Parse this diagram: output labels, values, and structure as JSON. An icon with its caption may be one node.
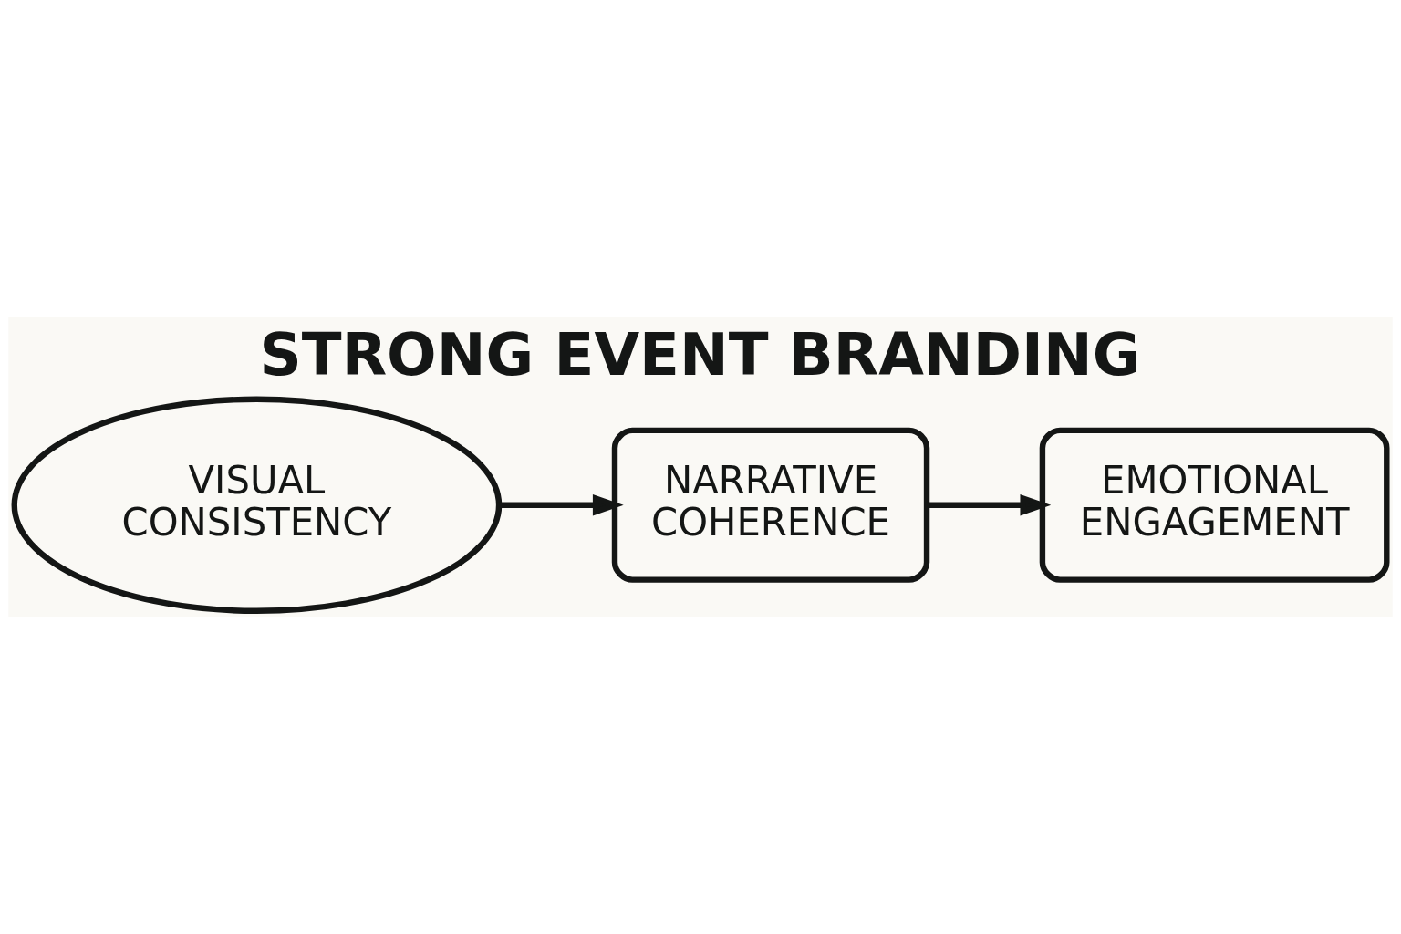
{
  "diagram": {
    "title": "STRONG EVENT BRANDING",
    "nodes": [
      {
        "text": [
          "VISUAL CONSISTENCY"
        ]
      },
      {
        "text": [
          "NARRATIVE COHERENCE"
        ]
      },
      {
        "text": [
          "EMOTIONAL ENGAGEMENT"
        ]
      }
    ],
    "edges": [
      {
        "from": 0,
        "to": 1,
        "arrow": "to"
      },
      {
        "from": 1,
        "to": 2,
        "arrow": "to"
      }
    ]
  }
}
